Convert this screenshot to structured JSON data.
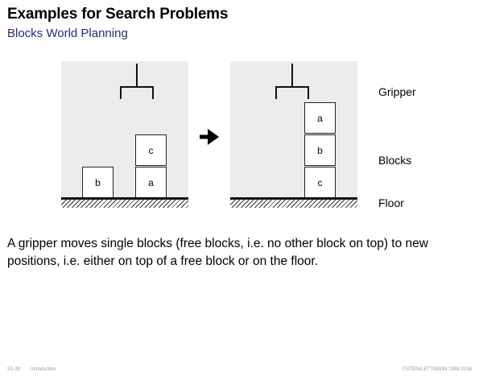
{
  "slide": {
    "title": "Examples for Search Problems",
    "subtitle": "Blocks World Planning"
  },
  "diagram": {
    "initial_state": {
      "stacks": [
        {
          "position": 1,
          "blocks_bottom_to_top": [
            "b"
          ]
        },
        {
          "position": 3,
          "blocks_bottom_to_top": [
            "a",
            "c"
          ]
        }
      ]
    },
    "goal_state": {
      "stacks": [
        {
          "position": 3,
          "blocks_bottom_to_top": [
            "c",
            "b",
            "a"
          ]
        }
      ]
    },
    "legend": {
      "gripper": "Gripper",
      "blocks": "Blocks",
      "floor": "Floor"
    }
  },
  "description": "A gripper moves single blocks (free blocks, i.e.  no other block on top) to new positions, i.e.  either on top of a free block or on the floor.",
  "footer": {
    "slide_id": "S1-39",
    "section": "Introduction",
    "copyright": "©STEIN/LETTMANN 1998-2016"
  }
}
